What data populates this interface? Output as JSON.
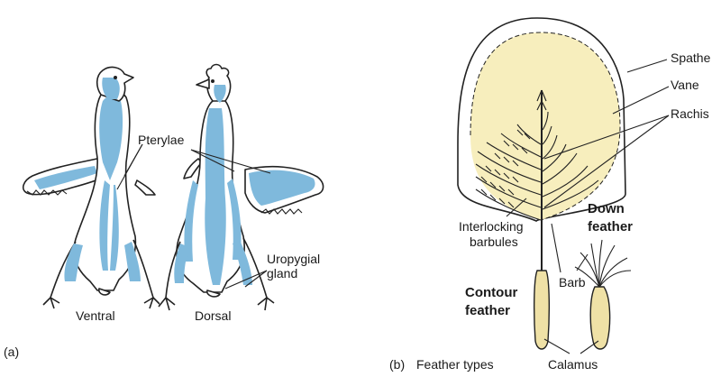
{
  "colors": {
    "tract_blue": "#7fb9dc",
    "spathe_yellow": "#f7eebd",
    "calamus_yellow": "#efe1a6",
    "ink": "#222222"
  },
  "panel_a": {
    "label": "(a)",
    "ventral": "Ventral",
    "dorsal": "Dorsal",
    "pterylae": "Pterylae",
    "uropygial_line1": "Uropygial",
    "uropygial_line2": "gland"
  },
  "panel_b": {
    "label": "(b)",
    "caption": "Feather types",
    "spathe": "Spathe",
    "vane": "Vane",
    "rachis": "Rachis",
    "interlocking_line1": "Interlocking",
    "interlocking_line2": "barbules",
    "down_line1": "Down",
    "down_line2": "feather",
    "contour_line1": "Contour",
    "contour_line2": "feather",
    "barb": "Barb",
    "calamus": "Calamus"
  }
}
